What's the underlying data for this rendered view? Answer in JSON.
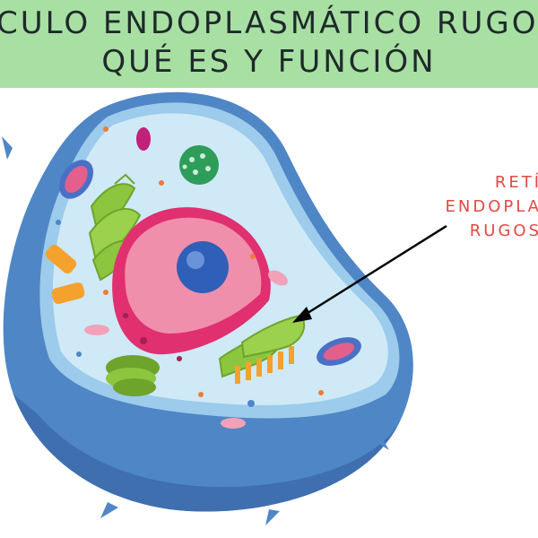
{
  "title": {
    "line1": "CULO ENDOPLASMÁTICO RUGO",
    "line2": "QUÉ ES Y FUNCIÓN"
  },
  "label": {
    "lines": [
      "RETÍ",
      "ENDOPLA",
      "RUGOS"
    ]
  },
  "colors": {
    "banner": "#a8e0a4",
    "label_text": "#e04a44",
    "membrane_outer": "#4f86c6",
    "cytoplasm": "#cfe9f7",
    "nucleus": "#e0306f",
    "nucleolus": "#2f5fb8",
    "rough_er": "#8cc63f"
  }
}
